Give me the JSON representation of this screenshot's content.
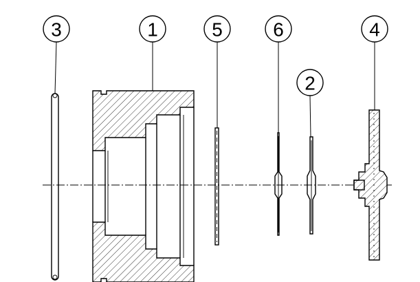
{
  "callouts": [
    {
      "id": "c3",
      "label": "3"
    },
    {
      "id": "c1",
      "label": "1"
    },
    {
      "id": "c5",
      "label": "5"
    },
    {
      "id": "c6",
      "label": "6"
    },
    {
      "id": "c2",
      "label": "2"
    },
    {
      "id": "c4",
      "label": "4"
    }
  ]
}
